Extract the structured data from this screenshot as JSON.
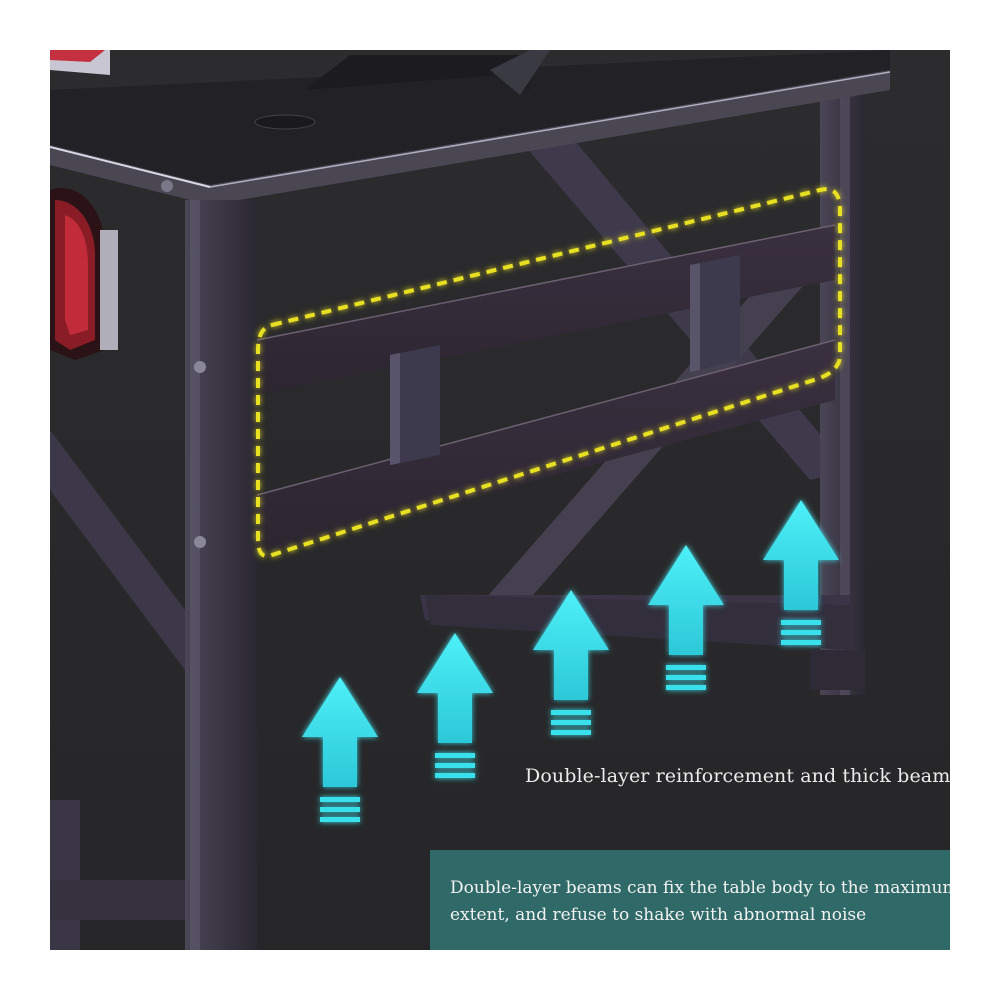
{
  "caption": {
    "text": "Double-layer reinforcement and thick beam"
  },
  "note": {
    "line1": "Double-layer beams can fix the table body to the maximum",
    "line2": "extent, and refuse to shake with abnormal noise"
  },
  "colors": {
    "background": "#2a2a2c",
    "frame_metal": "#3c3848",
    "highlight_dash": "#e8e020",
    "arrow_cyan": "#38e0ec",
    "note_box": "#2f6a68"
  },
  "arrows": {
    "count": 5,
    "icon": "arrow-up-icon"
  }
}
